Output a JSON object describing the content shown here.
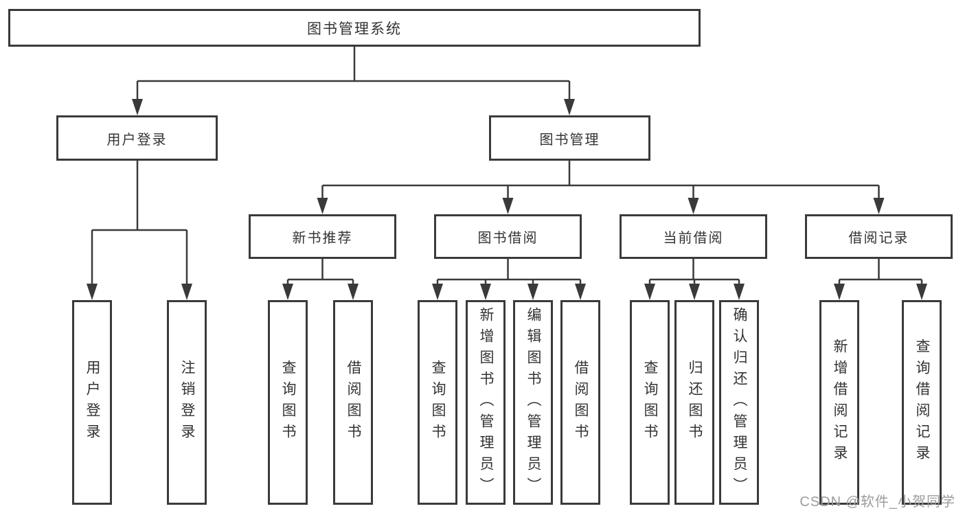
{
  "diagram": {
    "root": {
      "label": "图书管理系统"
    },
    "branches": [
      {
        "label": "用户登录",
        "children": [
          {
            "label": "用户登录"
          },
          {
            "label": "注销登录"
          }
        ]
      },
      {
        "label": "图书管理",
        "children": [
          {
            "label": "新书推荐",
            "children": [
              {
                "label": "查询图书"
              },
              {
                "label": "借阅图书"
              }
            ]
          },
          {
            "label": "图书借阅",
            "children": [
              {
                "label": "查询图书"
              },
              {
                "label": "新增图书（管理员）"
              },
              {
                "label": "编辑图书（管理员）"
              },
              {
                "label": "借阅图书"
              }
            ]
          },
          {
            "label": "当前借阅",
            "children": [
              {
                "label": "查询图书"
              },
              {
                "label": "归还图书"
              },
              {
                "label": "确认归还（管理员）"
              }
            ]
          },
          {
            "label": "借阅记录",
            "children": [
              {
                "label": "新增借阅记录"
              },
              {
                "label": "查询借阅记录"
              }
            ]
          }
        ]
      }
    ],
    "watermark": "CSDN @软件_小贺同学",
    "colors": {
      "line": "#3a3a3a",
      "text": "#333333",
      "watermark": "#9c9c9c",
      "background": "#ffffff"
    }
  }
}
